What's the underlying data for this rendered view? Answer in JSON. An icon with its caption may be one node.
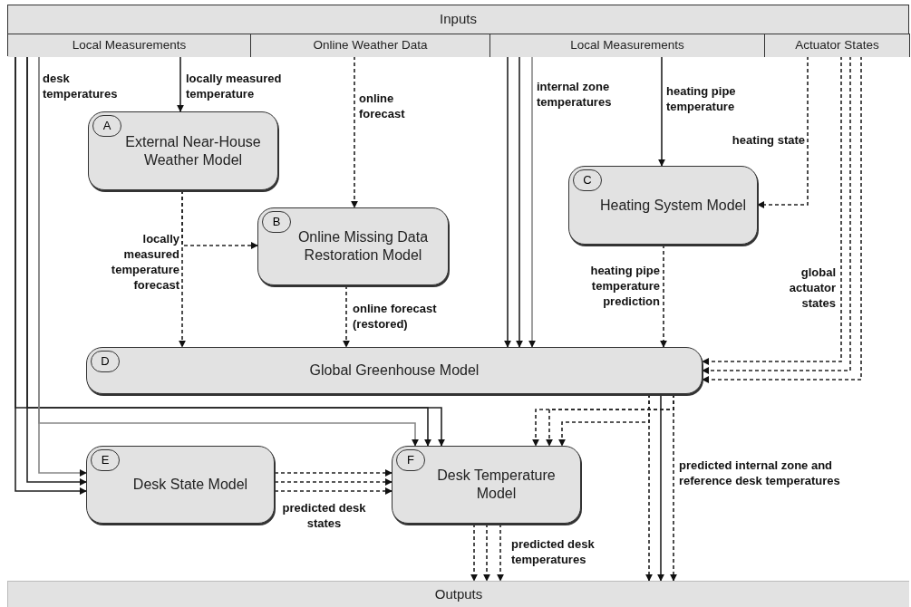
{
  "diagram": {
    "nodes": [
      {
        "text": [
          "Inputs"
        ]
      },
      {
        "text": [
          "Local Measurements"
        ],
        "in": 0
      },
      {
        "text": [
          "Online Weather  Data"
        ],
        "in": 0
      },
      {
        "text": [
          "Local Measurements"
        ],
        "in": 0
      },
      {
        "text": [
          "Actuator States"
        ],
        "in": 0
      },
      {
        "text": [
          "A",
          "External Near-House Weather Model"
        ]
      },
      {
        "text": [
          "B",
          "Online Missing Data Restoration Model"
        ]
      },
      {
        "text": [
          "C",
          "Heating System Model"
        ]
      },
      {
        "text": [
          "D",
          "Global Greenhouse Model"
        ]
      },
      {
        "text": [
          "E",
          "Desk State Model"
        ]
      },
      {
        "text": [
          "F",
          "Desk Temperature Model"
        ]
      },
      {
        "text": [
          "Outputs"
        ]
      }
    ],
    "edges": [
      {
        "from": 1,
        "to": 5,
        "arrow": "to",
        "label": "locally measured temperature"
      },
      {
        "from": 2,
        "to": 6,
        "arrow": "to",
        "label": "online forecast",
        "style": "dashed"
      },
      {
        "from": 3,
        "to": 7,
        "arrow": "to",
        "label": "heating pipe temperature"
      },
      {
        "from": 4,
        "to": 7,
        "arrow": "to",
        "label": "heating state",
        "style": "dashed"
      },
      {
        "from": 5,
        "to": 6,
        "arrow": "to",
        "style": "dashed"
      },
      {
        "from": 5,
        "to": 8,
        "arrow": "to",
        "label": "locally measured temperature forecast",
        "style": "dashed"
      },
      {
        "from": 6,
        "to": 8,
        "arrow": "to",
        "label": "online forecast (restored)",
        "style": "dashed"
      },
      {
        "from": 7,
        "to": 8,
        "arrow": "to",
        "label": "heating pipe temperature prediction",
        "style": "dashed"
      },
      {
        "from": 3,
        "to": 8,
        "arrow": "to"
      },
      {
        "from": 3,
        "to": 8,
        "arrow": "to"
      },
      {
        "from": 3,
        "to": 8,
        "arrow": "to",
        "label": "internal zone temperatures",
        "color": "#888888"
      },
      {
        "from": 4,
        "to": 8,
        "arrow": "to",
        "label": "global actuator states",
        "style": "dashed"
      },
      {
        "from": 4,
        "to": 8,
        "arrow": "to",
        "style": "dashed"
      },
      {
        "from": 4,
        "to": 8,
        "arrow": "to",
        "style": "dashed"
      },
      {
        "from": 1,
        "to": 9,
        "arrow": "to"
      },
      {
        "from": 1,
        "to": 9,
        "arrow": "to"
      },
      {
        "from": 1,
        "to": 9,
        "arrow": "to",
        "label": "desk temperatures",
        "color": "#888888"
      },
      {
        "from": 1,
        "to": 10,
        "arrow": "to"
      },
      {
        "from": 1,
        "to": 10,
        "arrow": "to"
      },
      {
        "from": 1,
        "to": 10,
        "arrow": "to",
        "color": "#888888"
      },
      {
        "from": 8,
        "to": 10,
        "arrow": "to",
        "style": "dashed"
      },
      {
        "from": 8,
        "to": 10,
        "arrow": "to",
        "style": "dashed"
      },
      {
        "from": 8,
        "to": 10,
        "arrow": "to",
        "style": "dashed"
      },
      {
        "from": 8,
        "to": 11,
        "arrow": "to",
        "label": "predicted internal zone and reference desk temperatures",
        "style": "dashed"
      },
      {
        "from": 8,
        "to": 11,
        "arrow": "to"
      },
      {
        "from": 8,
        "to": 11,
        "arrow": "to",
        "style": "dashed"
      },
      {
        "from": 9,
        "to": 10,
        "arrow": "to",
        "style": "dashed"
      },
      {
        "from": 9,
        "to": 10,
        "arrow": "to",
        "style": "dashed"
      },
      {
        "from": 9,
        "to": 10,
        "arrow": "to",
        "label": "predicted desk states",
        "style": "dashed"
      },
      {
        "from": 10,
        "to": 11,
        "arrow": "to",
        "style": "dashed"
      },
      {
        "from": 10,
        "to": 11,
        "arrow": "to",
        "style": "dashed"
      },
      {
        "from": 10,
        "to": 11,
        "arrow": "to",
        "label": "predicted desk temperatures",
        "style": "dashed"
      }
    ]
  }
}
